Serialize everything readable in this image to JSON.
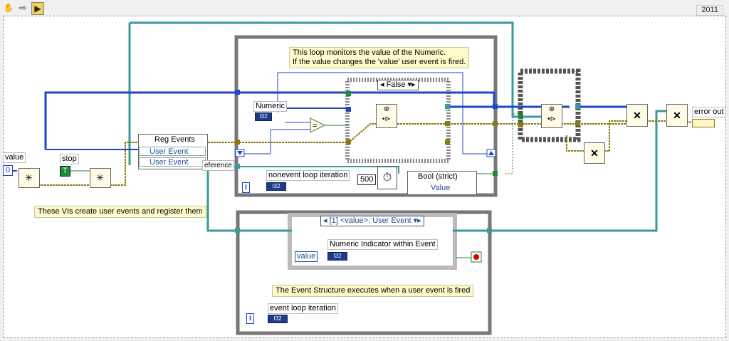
{
  "toolbar": {
    "hand_icon": "hand-pointer-icon",
    "arrow_icon": "right-arrow-icon",
    "vi_icon": "vi-tool-icon"
  },
  "version": "2011",
  "controls": {
    "value_label": "value",
    "value_default": "0",
    "stop_label": "stop",
    "stop_default": "T"
  },
  "reg_events": {
    "title": "Reg Events",
    "row1": "User Event",
    "row2": "User Event",
    "ref_label": "eference"
  },
  "notes": {
    "monitor_line1": "This loop monitors the value of the Numeric.",
    "monitor_line2": "If the value changes the 'value'  user event is fired.",
    "create_note": "These VIs create user events and register them",
    "event_note": "The Event Structure executes when a user event is fired"
  },
  "polling_loop": {
    "numeric_label": "Numeric",
    "numeric_type": "I32",
    "case_selector": "False",
    "iteration_label": "nonevent loop iteration",
    "iteration_type": "I32",
    "wait_value": "500",
    "bool_prop": "Bool (strict)",
    "bool_prop_item": "Value"
  },
  "event_loop": {
    "event_case": "[1] <value>: User Event",
    "indicator_label": "Numeric Indicator within Event",
    "value_terminal": "value",
    "indicator_type": "I32",
    "iteration_label": "event loop iteration",
    "iteration_type": "I32"
  },
  "outputs": {
    "error_label": "error out"
  },
  "colors": {
    "wire_blue": "#1f47c4",
    "wire_teal": "#3a9a9a",
    "wire_gold": "#8a7a10",
    "wire_green": "#1e8a2e",
    "loop_gray": "#777777"
  }
}
